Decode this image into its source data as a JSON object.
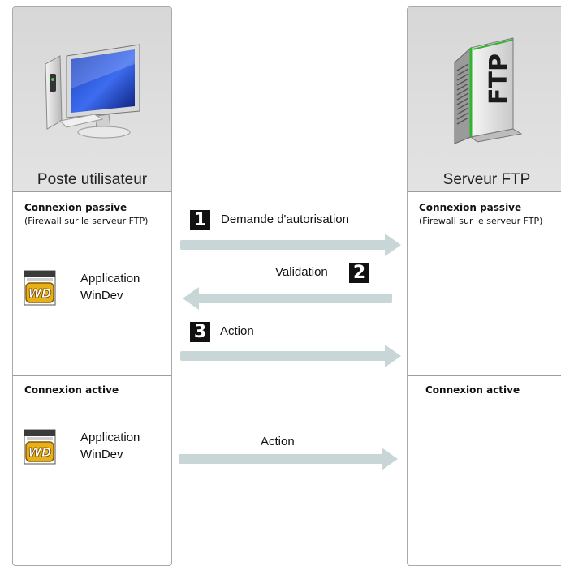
{
  "client": {
    "title": "Poste utilisateur",
    "icon": "computer-monitor-icon",
    "passive": {
      "title": "Connexion passive",
      "note": "(Firewall sur le serveur FTP)",
      "app_line1": "Application",
      "app_line2": "WinDev"
    },
    "active": {
      "title": "Connexion active",
      "app_line1": "Application",
      "app_line2": "WinDev"
    }
  },
  "server": {
    "title": "Serveur FTP",
    "icon": "ftp-server-icon",
    "icon_text": "FTP",
    "passive": {
      "title": "Connexion passive",
      "note": "(Firewall sur le serveur FTP)"
    },
    "active": {
      "title": "Connexion active"
    }
  },
  "app_icon_text": "WD",
  "steps": [
    {
      "number": "1",
      "label": "Demande d'autorisation",
      "direction": "client-to-server"
    },
    {
      "number": "2",
      "label": "Validation",
      "direction": "server-to-client"
    },
    {
      "number": "3",
      "label": "Action",
      "direction": "client-to-server"
    }
  ],
  "active_flow": {
    "label": "Action",
    "direction": "client-to-server"
  },
  "colors": {
    "arrow": "#c9d6d8",
    "badge": "#111111",
    "header_bg": "#dcdcdc",
    "border": "#a9a9a9"
  }
}
